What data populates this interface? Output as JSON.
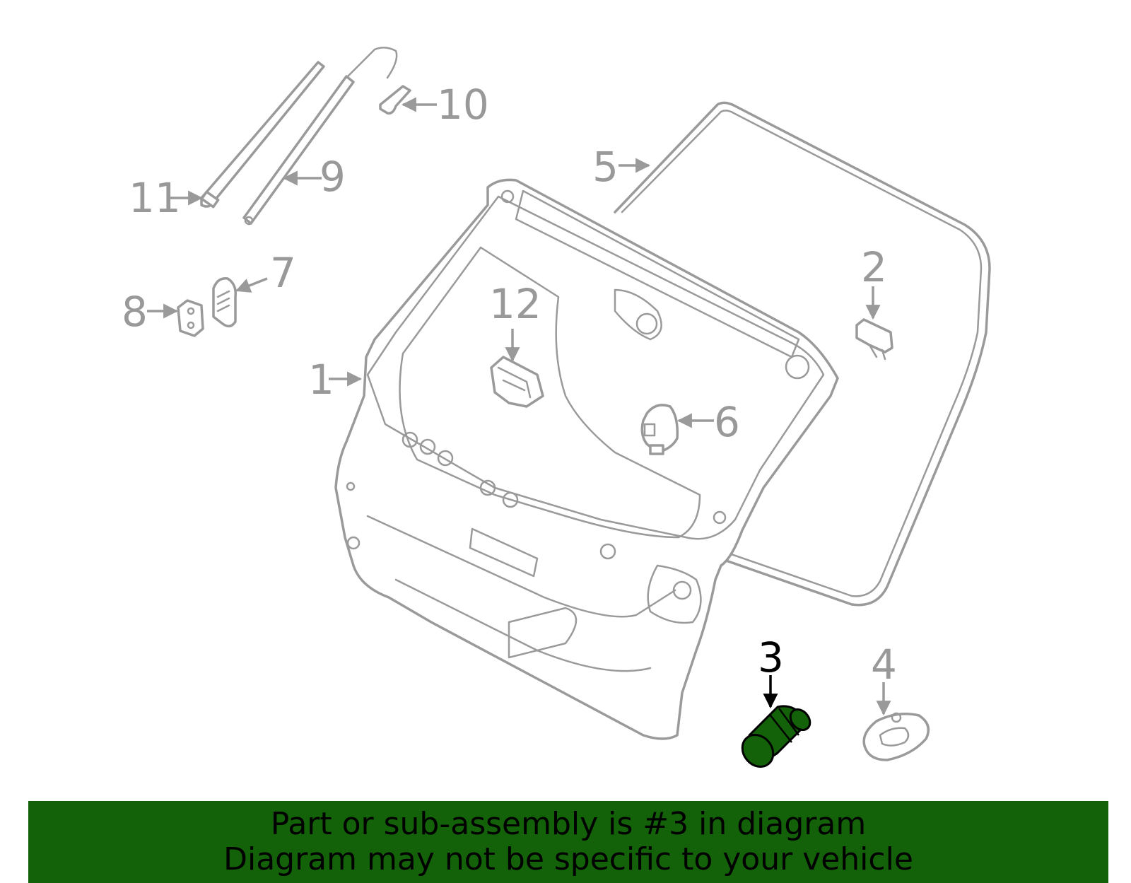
{
  "diagram": {
    "callouts": [
      {
        "number": "1",
        "highlighted": false
      },
      {
        "number": "2",
        "highlighted": false
      },
      {
        "number": "3",
        "highlighted": true
      },
      {
        "number": "4",
        "highlighted": false
      },
      {
        "number": "5",
        "highlighted": false
      },
      {
        "number": "6",
        "highlighted": false
      },
      {
        "number": "7",
        "highlighted": false
      },
      {
        "number": "8",
        "highlighted": false
      },
      {
        "number": "9",
        "highlighted": false
      },
      {
        "number": "10",
        "highlighted": false
      },
      {
        "number": "11",
        "highlighted": false
      },
      {
        "number": "12",
        "highlighted": false
      }
    ],
    "colors": {
      "line_art": "#9a9a9a",
      "highlight_part": "#136108",
      "banner_background": "#136108",
      "banner_text": "#000000"
    }
  },
  "banner": {
    "line1": "Part or sub-assembly is #3 in diagram",
    "line2": "Diagram may not be specific to your vehicle"
  }
}
